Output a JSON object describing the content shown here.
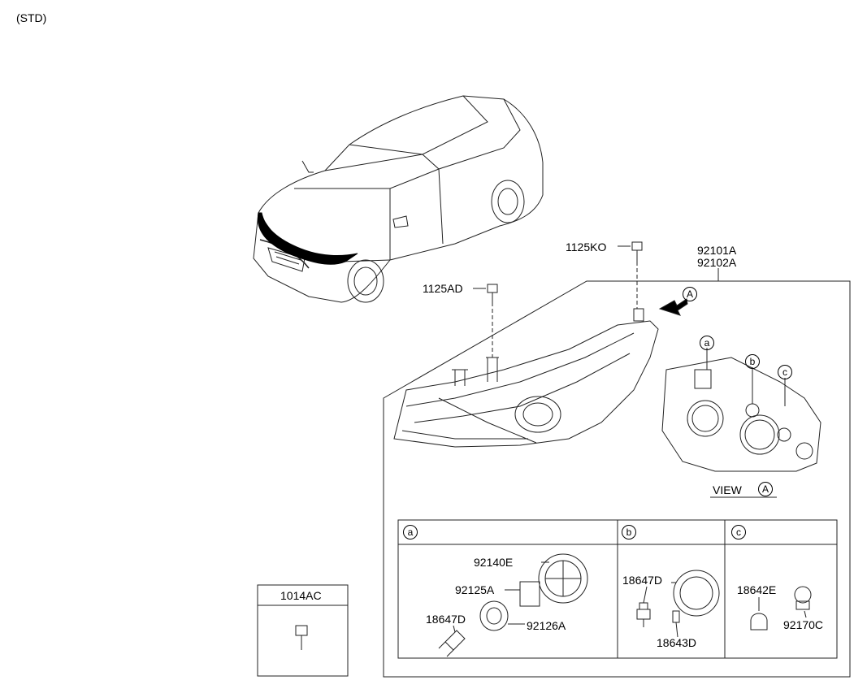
{
  "header": {
    "variant": "(STD)"
  },
  "parts": {
    "bolt_top": "1125KO",
    "bolt_left": "1125AD",
    "assembly_1": "92101A",
    "assembly_2": "92102A",
    "view_label": "VIEW",
    "view_ref": "A",
    "arrow_ref": "A"
  },
  "callouts": {
    "a": "a",
    "b": "b",
    "c": "c"
  },
  "table": {
    "col_a": "a",
    "col_b": "b",
    "col_c": "c",
    "a_parts": {
      "cap": "92140E",
      "pad": "92125A",
      "grommet": "92126A",
      "bulb": "18647D"
    },
    "b_parts": {
      "bulb": "18647D",
      "small_bulb": "18643D"
    },
    "c_parts": {
      "bulb": "18642E",
      "socket": "92170C"
    }
  },
  "fastener": {
    "code": "1014AC"
  }
}
